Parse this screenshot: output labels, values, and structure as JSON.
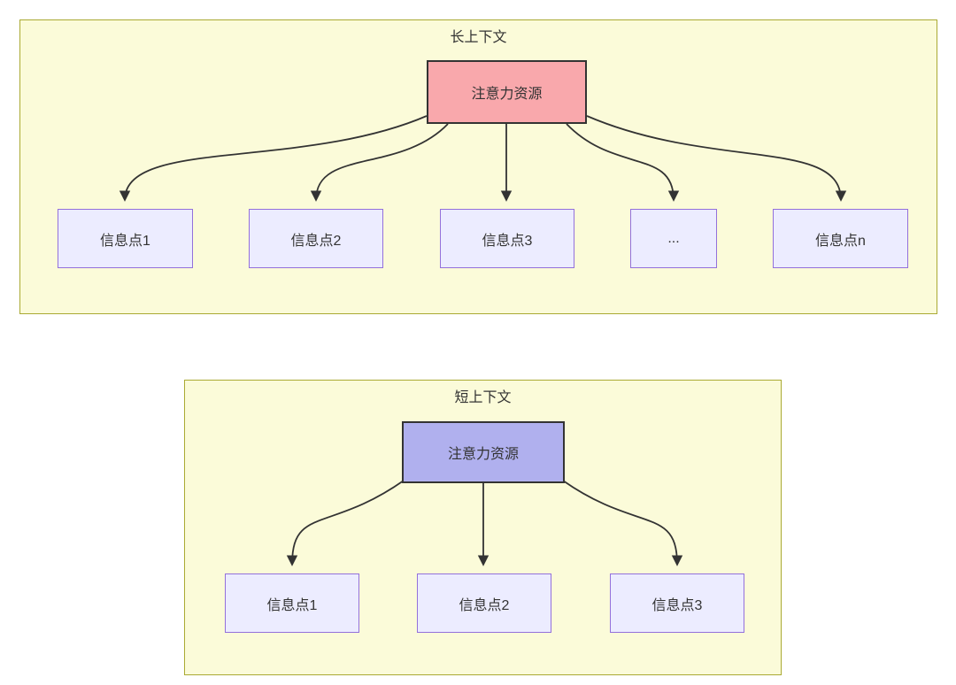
{
  "colors": {
    "container_fill": "#fbfbd9",
    "container_border": "#aaaa33",
    "node_fill": "#ececff",
    "node_border": "#9370db",
    "attention_long_fill": "#f9a8ac",
    "attention_short_fill": "#b0b0ee",
    "attention_border": "#333333",
    "edge_color": "#333333",
    "text_color": "#333333"
  },
  "long_context": {
    "title": "长上下文",
    "attention": {
      "label": "注意力资源"
    },
    "nodes": [
      {
        "label": "信息点1"
      },
      {
        "label": "信息点2"
      },
      {
        "label": "信息点3"
      },
      {
        "label": "..."
      },
      {
        "label": "信息点n"
      }
    ]
  },
  "short_context": {
    "title": "短上下文",
    "attention": {
      "label": "注意力资源"
    },
    "nodes": [
      {
        "label": "信息点1"
      },
      {
        "label": "信息点2"
      },
      {
        "label": "信息点3"
      }
    ]
  }
}
